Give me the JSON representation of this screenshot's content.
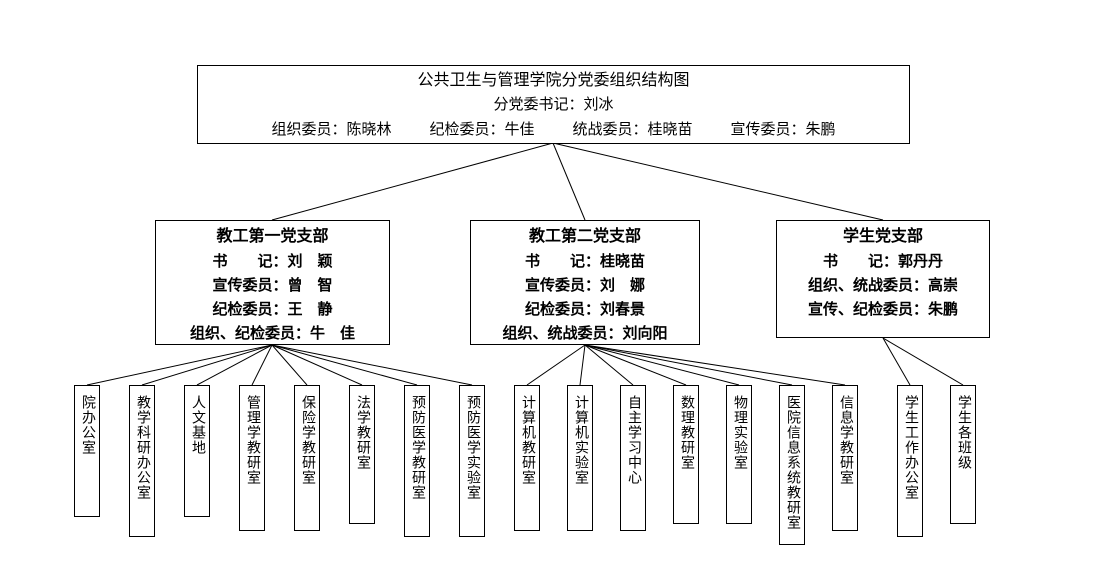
{
  "top": {
    "title": "公共卫生与管理学院分党委组织结构图",
    "secretary": "分党委书记：刘冰",
    "members": [
      "组织委员：陈晓林",
      "纪检委员：牛佳",
      "统战委员：桂晓苗",
      "宣传委员：朱鹏"
    ]
  },
  "branches": [
    {
      "title": "教工第一党支部",
      "lines": [
        "书　　记：刘　颖",
        "宣传委员：曾　智",
        "纪检委员：王　静",
        "组织、纪检委员：牛　佳"
      ]
    },
    {
      "title": "教工第二党支部",
      "lines": [
        "书　　记：桂晓苗",
        "宣传委员：刘　娜",
        "纪检委员：刘春景",
        "组织、统战委员：刘向阳"
      ]
    },
    {
      "title": "学生党支部",
      "lines": [
        "书　　记：郭丹丹",
        "组织、统战委员：高崇",
        "宣传、纪检委员：朱鹏"
      ]
    }
  ],
  "departments": [
    "院办公室",
    "教学科研办公室",
    "人文基地",
    "管理学教研室",
    "保险学教研室",
    "法学教研室",
    "预防医学教研室",
    "预防医学实验室",
    "计算机教研室",
    "计算机实验室",
    "自主学习中心",
    "数理教研室",
    "物理实验室",
    "医院信息系统教研室",
    "信息学教研室",
    "学生工作办公室",
    "学生各班级"
  ],
  "colors": {
    "border": "#000000",
    "line": "#000000",
    "background": "#ffffff",
    "text": "#000000"
  }
}
